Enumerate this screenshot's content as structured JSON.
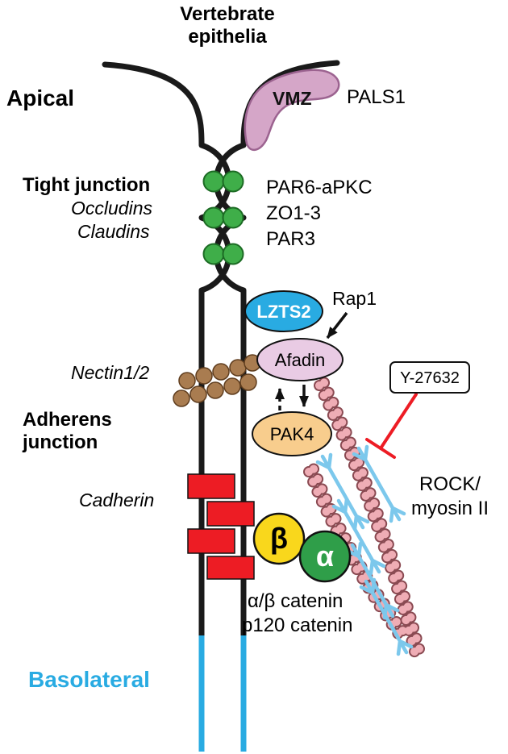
{
  "title": {
    "line1": "Vertebrate",
    "line2": "epithelia"
  },
  "polarity": {
    "apical": "Apical",
    "basolateral": "Basolateral"
  },
  "apical_complex": {
    "vmz": "VMZ",
    "pals1": "PALS1"
  },
  "tight_junction": {
    "label": "Tight junction",
    "occludins": "Occludins",
    "claudins": "Claudins",
    "par6": "PAR6-aPKC",
    "zo": "ZO1-3",
    "par3": "PAR3"
  },
  "adherens_junction": {
    "label_line1": "Adherens",
    "label_line2": "junction",
    "nectin": "Nectin1/2",
    "cadherin": "Cadherin",
    "lzts2": "LZTS2",
    "rap1": "Rap1",
    "afadin": "Afadin",
    "pak4": "PAK4",
    "beta": "β",
    "alpha": "α",
    "catenins_line1": "α/β catenin",
    "catenins_line2": "p120 catenin"
  },
  "cytoskeleton": {
    "inhibitor": "Y-27632",
    "rock_line1": "ROCK/",
    "rock_line2": "myosin II"
  },
  "colors": {
    "membrane": "#1a1a1a",
    "basolateral_membrane": "#29abe2",
    "basolateral_label": "#29abe2",
    "claudin_green": "#3fae49",
    "nectin_brown": "#a97c50",
    "cadherin_red": "#ed1c24",
    "lzts2_fill": "#29abe2",
    "afadin_fill": "#e9cbe4",
    "pak4_fill": "#f8cd8d",
    "beta_catenin_yellow": "#f9d71c",
    "alpha_catenin_green": "#2f9e49",
    "vmz_fill": "#d5a6c8",
    "actin_bead": "#efadb5",
    "actin_outline": "#8a4a52",
    "myosin_blue": "#7cc8ec",
    "inhibition_red": "#ed1c24"
  }
}
